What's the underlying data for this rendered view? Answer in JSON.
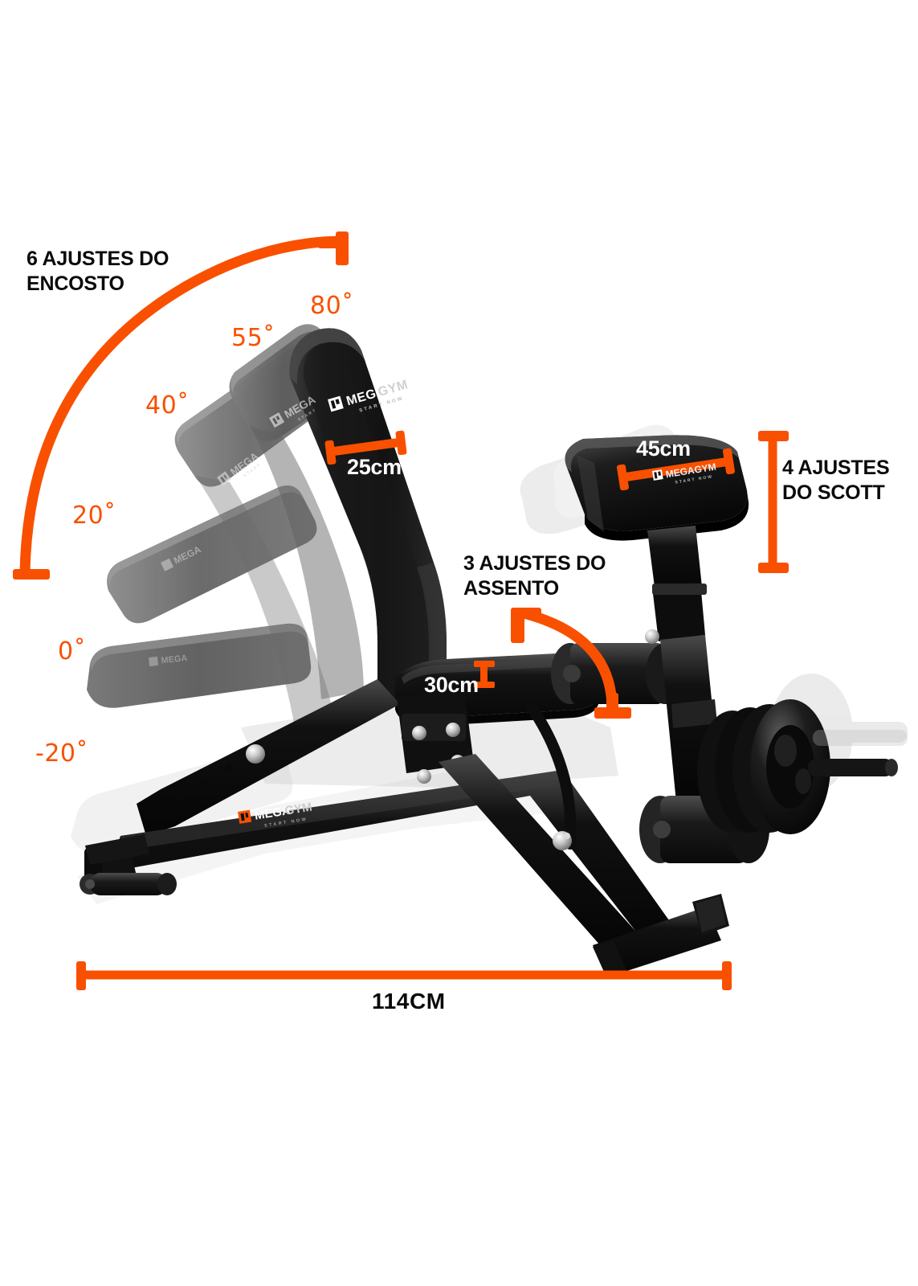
{
  "product": {
    "brand": "MEGAGYM",
    "brand_tagline": "START NOW",
    "accent_color": "#F95000",
    "text_color": "#0A0A0A",
    "background_color": "#FFFFFF"
  },
  "callouts": {
    "backrest": {
      "line1": "6 AJUSTES DO",
      "line2": "ENCOSTO",
      "full": "6 AJUSTES DO ENCOSTO"
    },
    "seat": {
      "line1": "3 AJUSTES DO",
      "line2": "ASSENTO",
      "full": "3 AJUSTES DO ASSENTO"
    },
    "scott": {
      "line1": "4 AJUSTES",
      "line2": "DO SCOTT",
      "full": "4 AJUSTES DO SCOTT"
    }
  },
  "angles": {
    "label_80": "80˚",
    "label_55": "55˚",
    "label_40": "40˚",
    "label_20": "20˚",
    "label_0": "0˚",
    "label_neg20": "-20˚",
    "values": [
      80,
      55,
      40,
      20,
      0,
      -20
    ],
    "count": 6
  },
  "dimensions": {
    "backrest_width": "25cm",
    "seat_height": "30cm",
    "scott_pad_width": "45cm",
    "total_length": "114CM"
  },
  "adjustments": {
    "backrest_positions": 6,
    "seat_positions": 3,
    "scott_positions": 4
  }
}
